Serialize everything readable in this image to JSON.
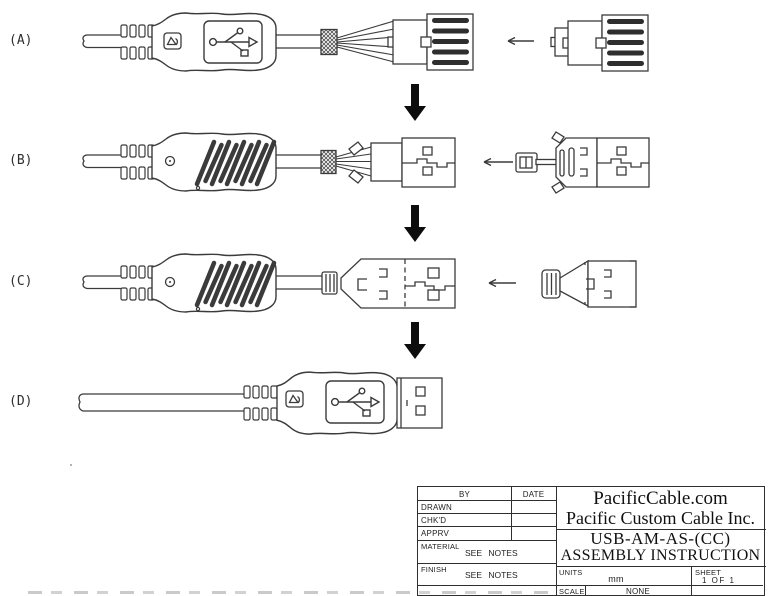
{
  "drawing": {
    "steps": [
      {
        "label": "(A)"
      },
      {
        "label": "(B)"
      },
      {
        "label": "(C)"
      },
      {
        "label": "(D)"
      }
    ]
  },
  "title_block": {
    "col_by": "BY",
    "col_date": "DATE",
    "row_drawn": "DRAWN",
    "row_chkd": "CHK'D",
    "row_apprv": "APPRV",
    "row_material": "MATERIAL",
    "row_finish": "FINISH",
    "material_value": "SEE NOTES",
    "finish_value": "SEE NOTES",
    "website": "PacificCable.com",
    "company": "Pacific Custom Cable Inc.",
    "part_number": "USB-AM-AS-(CC)",
    "doc_title": "ASSEMBLY INSTRUCTION",
    "units_label": "UNITS",
    "units_value": "mm",
    "sheet_label": "SHEET",
    "sheet_value": "1 OF 1",
    "scale_label": "SCALE",
    "scale_value": "NONE"
  },
  "icons": {
    "usb_logo": "usb-trident",
    "mold_mark": "molding-cert-mark",
    "insert_arrow": "left-arrow",
    "step_arrow": "down-arrow"
  },
  "colors": {
    "ink": "#3b3b3b",
    "arrow": "#0d0d0d",
    "paper": "#ffffff"
  }
}
